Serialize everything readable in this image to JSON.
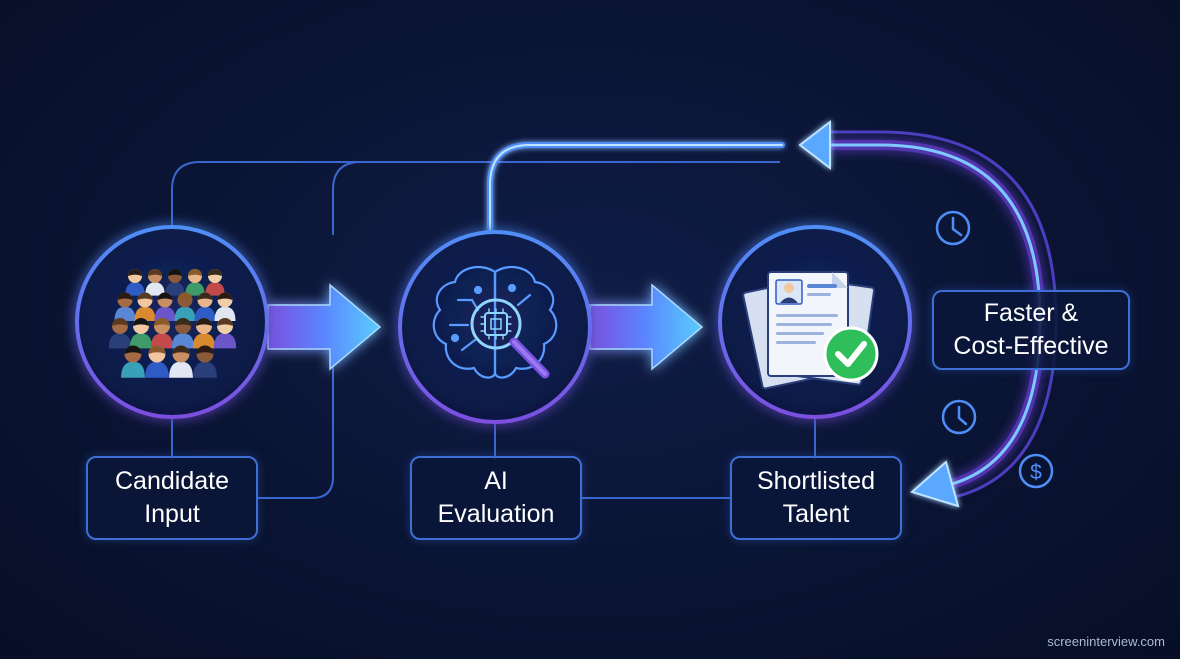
{
  "stages": [
    {
      "id": "candidate",
      "lines": [
        "Candidate",
        "Input"
      ],
      "icon": "people-group-icon"
    },
    {
      "id": "ai",
      "lines": [
        "AI",
        "Evaluation"
      ],
      "icon": "brain-magnifier-icon"
    },
    {
      "id": "shortlisted",
      "lines": [
        "Shortlisted",
        "Talent"
      ],
      "icon": "resume-check-icon"
    }
  ],
  "benefit": {
    "lines": [
      "Faster &",
      "Cost-Effective"
    ]
  },
  "side_icons": [
    "clock-icon",
    "clock-icon",
    "dollar-icon"
  ],
  "watermark": "screeninterview.com",
  "colors": {
    "background": "#0a1433",
    "circle_fill": "#0d1a45",
    "ring": "#4f8ef7",
    "ring_purple": "#7b4fe0",
    "arrow": "#5aa8ff",
    "check": "#2fbf5a",
    "line": "#3d6fd6"
  }
}
